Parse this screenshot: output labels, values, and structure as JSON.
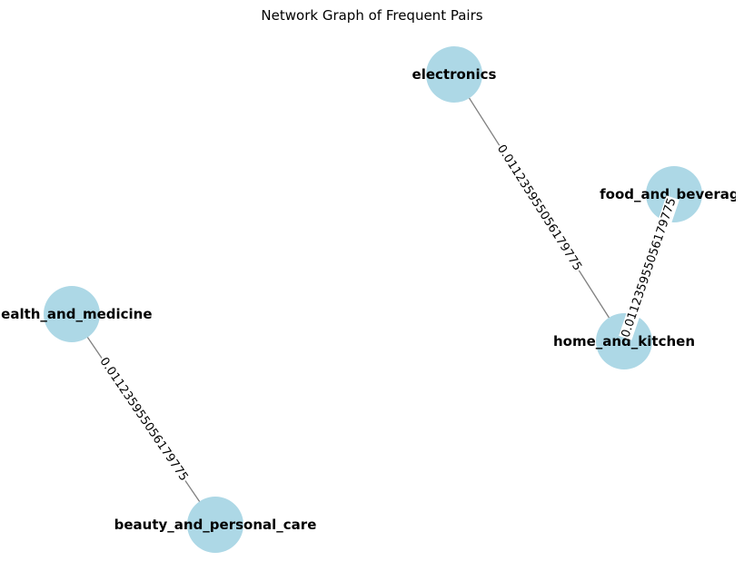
{
  "title": "Network Graph of Frequent Pairs",
  "nodes": [
    {
      "id": "electronics",
      "label": "electronics"
    },
    {
      "id": "food_and_beverage",
      "label": "food_and_beverage"
    },
    {
      "id": "home_and_kitchen",
      "label": "home_and_kitchen"
    },
    {
      "id": "health_and_medicine",
      "label": "health_and_medicine"
    },
    {
      "id": "beauty_and_personal_care",
      "label": "beauty_and_personal_care"
    }
  ],
  "edges": [
    {
      "source": "electronics",
      "target": "home_and_kitchen",
      "label": "0.011235955056179775"
    },
    {
      "source": "food_and_beverage",
      "target": "home_and_kitchen",
      "label": "0.011235955056179775"
    },
    {
      "source": "health_and_medicine",
      "target": "beauty_and_personal_care",
      "label": "0.011235955056179775"
    }
  ],
  "colors": {
    "node": "#add8e6",
    "edge": "#808080",
    "text": "#000000"
  }
}
